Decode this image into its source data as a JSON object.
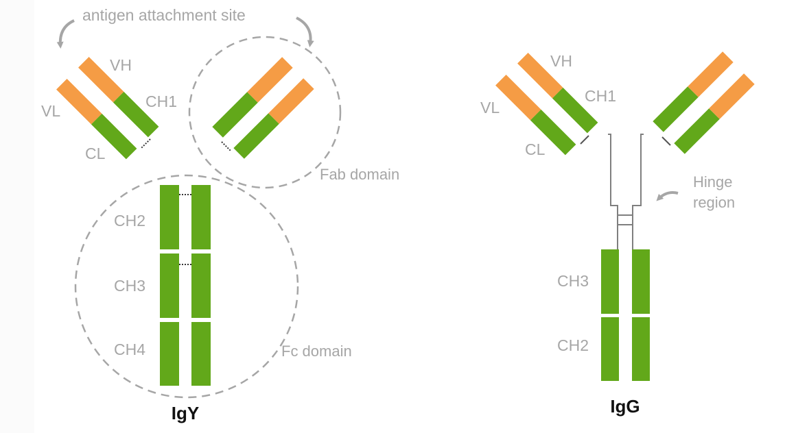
{
  "colors": {
    "green": "#62a81a",
    "orange": "#f59c45",
    "label": "#a6a6a6",
    "dash": "#a6a6a6",
    "title": "#111111",
    "hinge": "#7f7f7f"
  },
  "igy": {
    "title": "IgY",
    "antigen_label": "antigen attachment site",
    "vh": "VH",
    "vl": "VL",
    "ch1": "CH1",
    "cl": "CL",
    "ch2": "CH2",
    "ch3": "CH3",
    "ch4": "CH4",
    "fab_label": "Fab domain",
    "fc_label": "Fc domain"
  },
  "igg": {
    "title": "IgG",
    "vh": "VH",
    "vl": "VL",
    "ch1": "CH1",
    "cl": "CL",
    "ch3": "CH3",
    "ch2": "CH2",
    "hinge_line1": "Hinge",
    "hinge_line2": "region"
  }
}
